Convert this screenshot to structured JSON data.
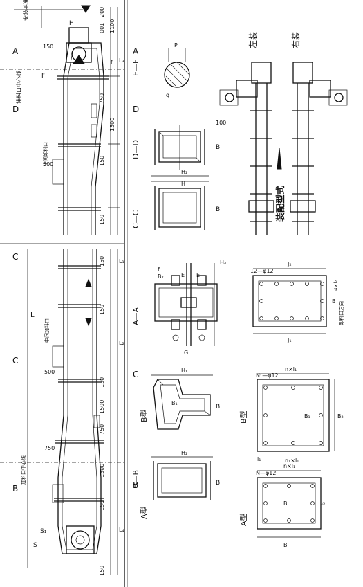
{
  "sections": {
    "A": "A",
    "B": "B",
    "C": "C",
    "D": "D",
    "AA": "A—A",
    "BB": "B—B",
    "CC": "C—C",
    "DD": "D—D",
    "EE": "E—E"
  },
  "types": {
    "a": "A型",
    "b": "B型"
  },
  "assembly": {
    "title": "装配型式",
    "left": "左装",
    "right": "右装"
  },
  "labels": {
    "install_ref": "安装基准面",
    "discharge_center_top": "排料口中心线",
    "middle_discharge": "中间卸料口",
    "middle_feed": "中间加料口",
    "feed_center": "加料口中心线",
    "discharge_outlet_dir": "卸料口方向"
  },
  "dims": {
    "d150": "150",
    "d500": "500",
    "d750": "750",
    "d1500": "1500",
    "d200": "200",
    "d100": "100",
    "d001": "001",
    "d1100": "1100",
    "L": "L",
    "L1": "L₁",
    "L2": "L₂",
    "L3": "L₃",
    "L4": "L₄",
    "S": "S",
    "S1": "S₁",
    "H": "H",
    "H1": "H₁",
    "H2": "H₂",
    "H4": "H₄",
    "B": "B",
    "B1": "B₁",
    "B2": "B₂",
    "F": "F",
    "f": "f",
    "P": "P",
    "q": "q",
    "G": "G",
    "E": "E",
    "l1": "l₁",
    "l2": "l₂",
    "J1": "J₁",
    "J2": "J₂",
    "hole12": "12—φ12",
    "N1hole": "N₁—φ12",
    "Nhole": "N—φ12",
    "nxl1": "n×l₁",
    "n1xl1": "n₁×l₁",
    "x4": "4×l₂"
  }
}
